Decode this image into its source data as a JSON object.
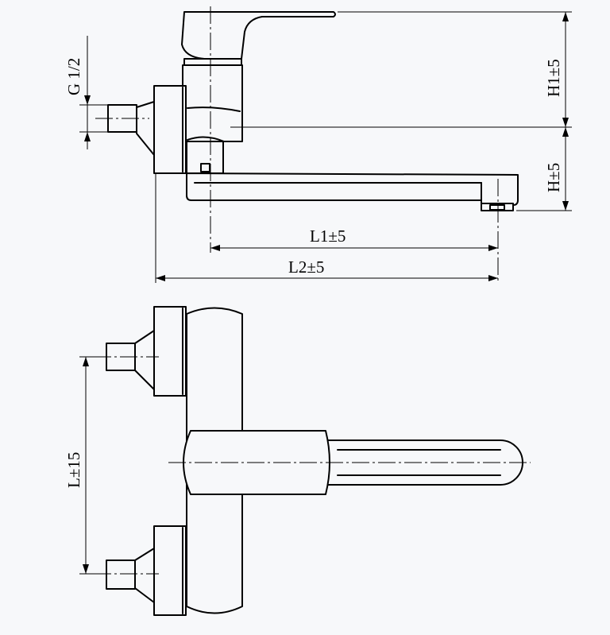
{
  "labels": {
    "thread": "G 1/2",
    "h1": "H1±5",
    "h": "H±5",
    "l1": "L1±5",
    "l2": "L2±5",
    "l": "L±15"
  }
}
